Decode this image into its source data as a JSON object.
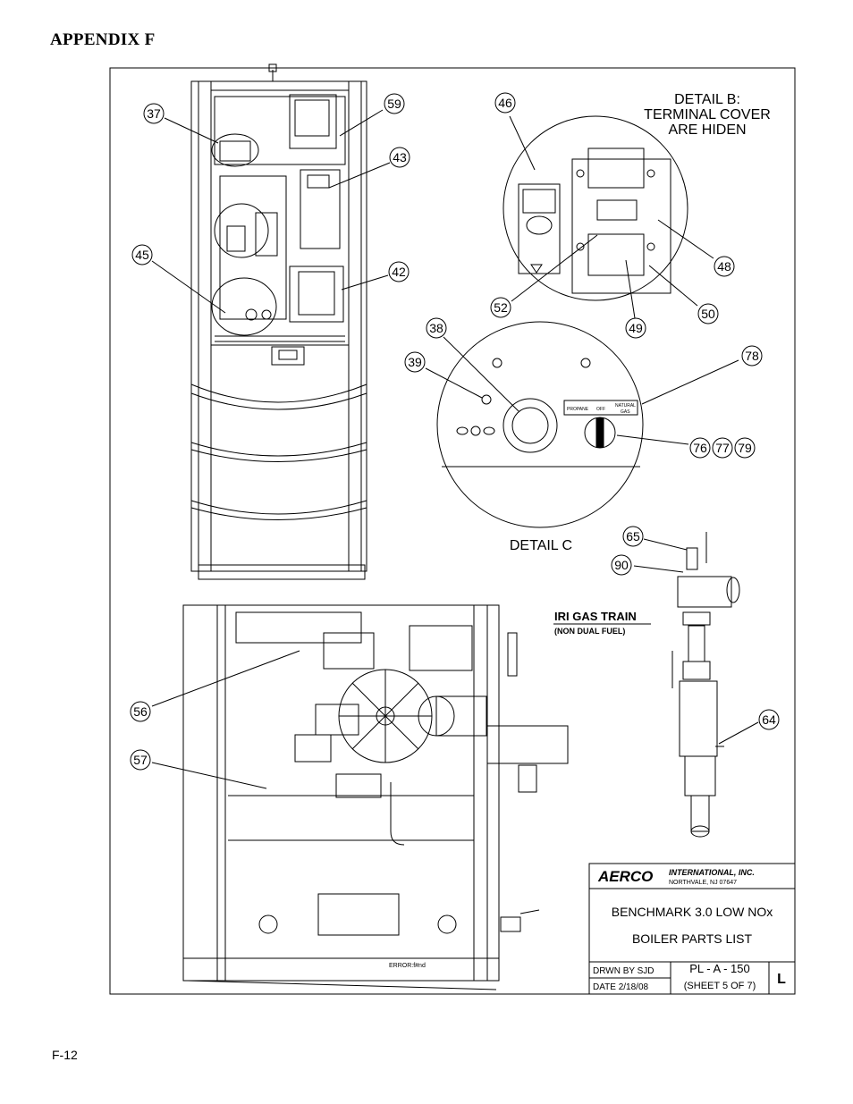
{
  "header": {
    "appendix": "APPENDIX F"
  },
  "footer": {
    "page_number": "F-12"
  },
  "detail_b": {
    "line1": "DETAIL B:",
    "line2": "TERMINAL COVER",
    "line3": "ARE HIDEN"
  },
  "detail_c": {
    "title": "DETAIL C",
    "valve_labels": [
      "PROPANE",
      "OFF",
      "NATURAL",
      "GAS"
    ]
  },
  "gas_train": {
    "title": "IRI GAS TRAIN",
    "subtitle": "(NON DUAL FUEL)"
  },
  "callouts": {
    "c37": "37",
    "c59": "59",
    "c43": "43",
    "c45": "45",
    "c42": "42",
    "c46": "46",
    "c48": "48",
    "c52": "52",
    "c49": "49",
    "c50": "50",
    "c38": "38",
    "c39": "39",
    "c78": "78",
    "c76": "76",
    "c77": "77",
    "c79": "79",
    "c65": "65",
    "c90": "90",
    "c56": "56",
    "c57": "57",
    "c64": "64"
  },
  "side_view": {
    "stencil": "ERROR:f#nd"
  },
  "title_block": {
    "company": "AERCO",
    "company_full": "INTERNATIONAL, INC.",
    "address": "NORTHVALE, NJ    07647",
    "product": "BENCHMARK 3.0 LOW NOx",
    "doc_title": "BOILER PARTS LIST",
    "drawn_by": "DRWN BY SJD",
    "date": "DATE 2/18/08",
    "drawing_number": "PL - A - 150",
    "sheet": "(SHEET 5 OF 7)",
    "revision": "L"
  }
}
